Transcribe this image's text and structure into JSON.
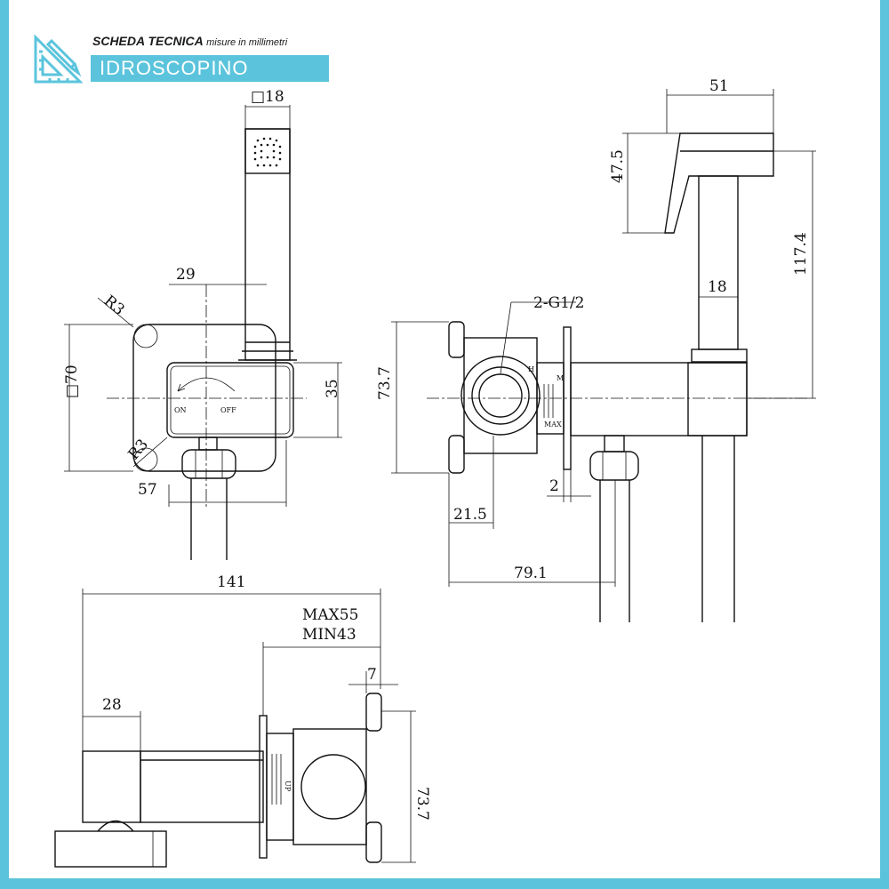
{
  "header": {
    "title": "SCHEDA TECNICA",
    "subtitle": "misure in millimetri",
    "product": "IDROSCOPINO",
    "icon": "ruler-pencil-icon"
  },
  "colors": {
    "accent": "#5bc4dc",
    "line": "#111111",
    "background": "#ffffff"
  },
  "front_view": {
    "dim_top": "□18",
    "dim_offset": "29",
    "dim_plate": "□70",
    "dim_body_height": "35",
    "dim_depth": "57",
    "radius_top": "R3",
    "radius_bottom": "R3",
    "label_on": "ON",
    "label_off": "OFF"
  },
  "side_view": {
    "dim_head_width": "51",
    "dim_head_height": "47.5",
    "dim_total_height": "117.4",
    "dim_handle": "18",
    "dim_thread": "2-G1/2",
    "dim_body_height": "73.7",
    "dim_gap": "2",
    "dim_offset": "21.5",
    "dim_length": "79.1",
    "label_h": "H",
    "label_m": "M",
    "label_max": "MAX"
  },
  "bottom_view": {
    "dim_total": "141",
    "dim_max": "MAX55",
    "dim_min": "MIN43",
    "dim_flange": "7",
    "dim_head": "28",
    "dim_height": "73.7",
    "label_up": "UP"
  }
}
